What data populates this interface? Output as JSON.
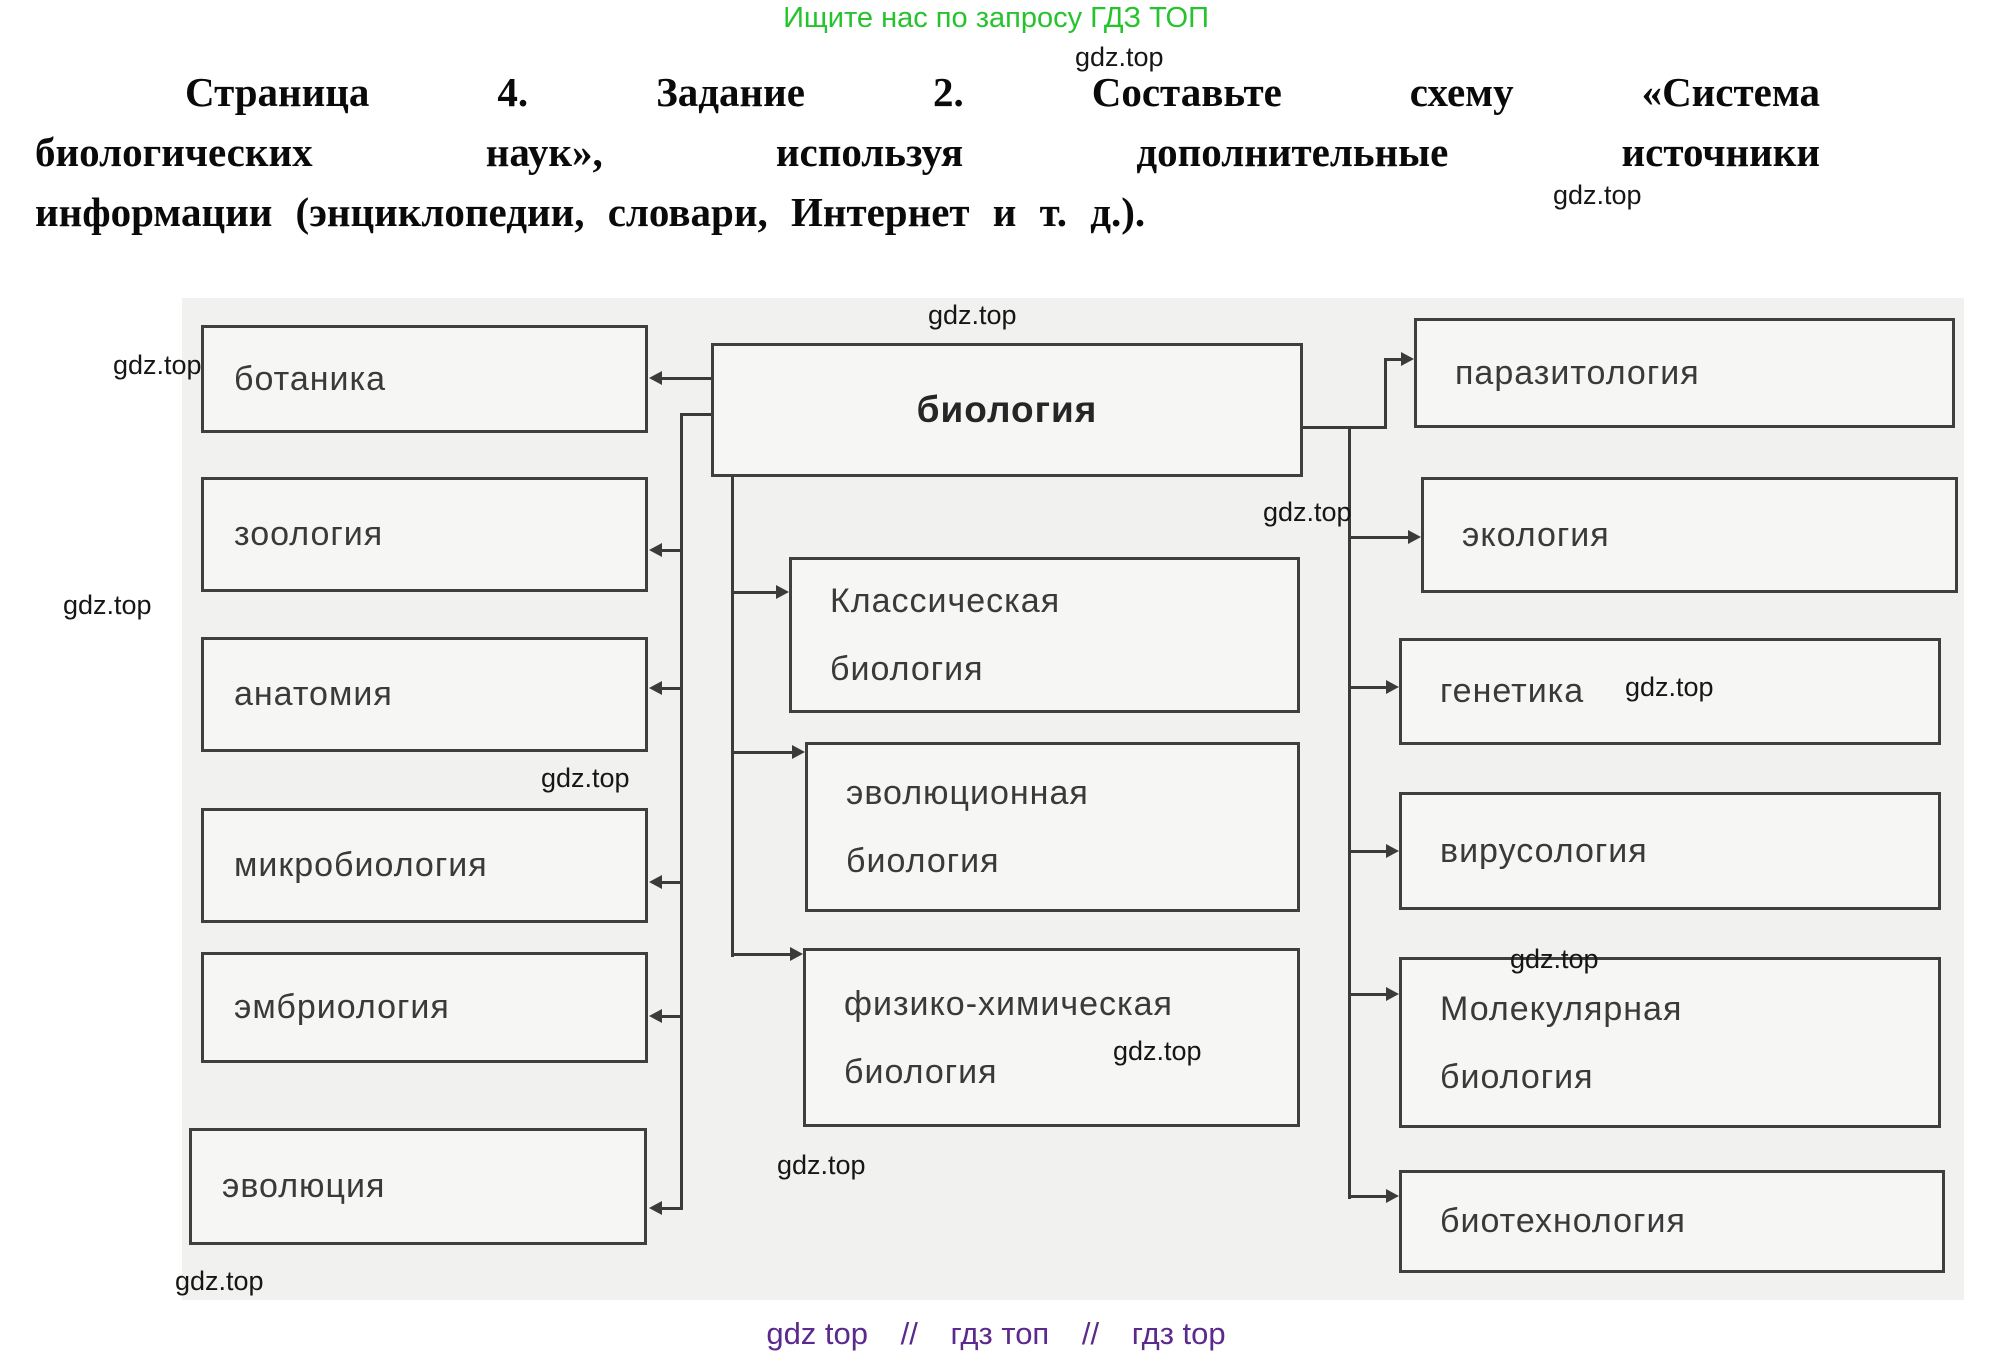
{
  "header": {
    "promo_line": "Ищите нас по запросу ГДЗ ТОП",
    "title_lines": {
      "l1": "Страница 4. Задание 2. Составьте схему «Система",
      "l2": "биологических наук», используя дополнительные источники",
      "l3": "информации (энциклопедии, словари, Интернет и т. д.)."
    }
  },
  "watermark": {
    "text": "gdz.top"
  },
  "diagram": {
    "root_label": "биология",
    "left": [
      {
        "label": "ботаника"
      },
      {
        "label": "зоология"
      },
      {
        "label": "анатомия"
      },
      {
        "label": "микробиология"
      },
      {
        "label": "эмбриология"
      },
      {
        "label": "эволюция"
      }
    ],
    "center": [
      {
        "line1": "Классическая",
        "line2": "биология"
      },
      {
        "line1": "эволюционная",
        "line2": "биология"
      },
      {
        "line1": "физико-химическая",
        "line2": "биология"
      }
    ],
    "right": [
      {
        "label": "паразитология"
      },
      {
        "label": "экология"
      },
      {
        "label": "генетика"
      },
      {
        "label": "вирусология"
      },
      {
        "line1": "Молекулярная",
        "line2": "биология"
      },
      {
        "label": "биотехнология"
      }
    ]
  },
  "footer": {
    "parts": {
      "p1": "gdz top",
      "p2": "гдз топ",
      "p3": "гдз top"
    },
    "separator": "//"
  },
  "colors": {
    "promo_green": "#26c32e",
    "footer_purple": "#5b2a8c",
    "panel_bg": "#f1f1ef",
    "box_bg": "#f6f6f5",
    "line_dark": "#3b3b3b",
    "headline_black": "#0a0a0a"
  }
}
